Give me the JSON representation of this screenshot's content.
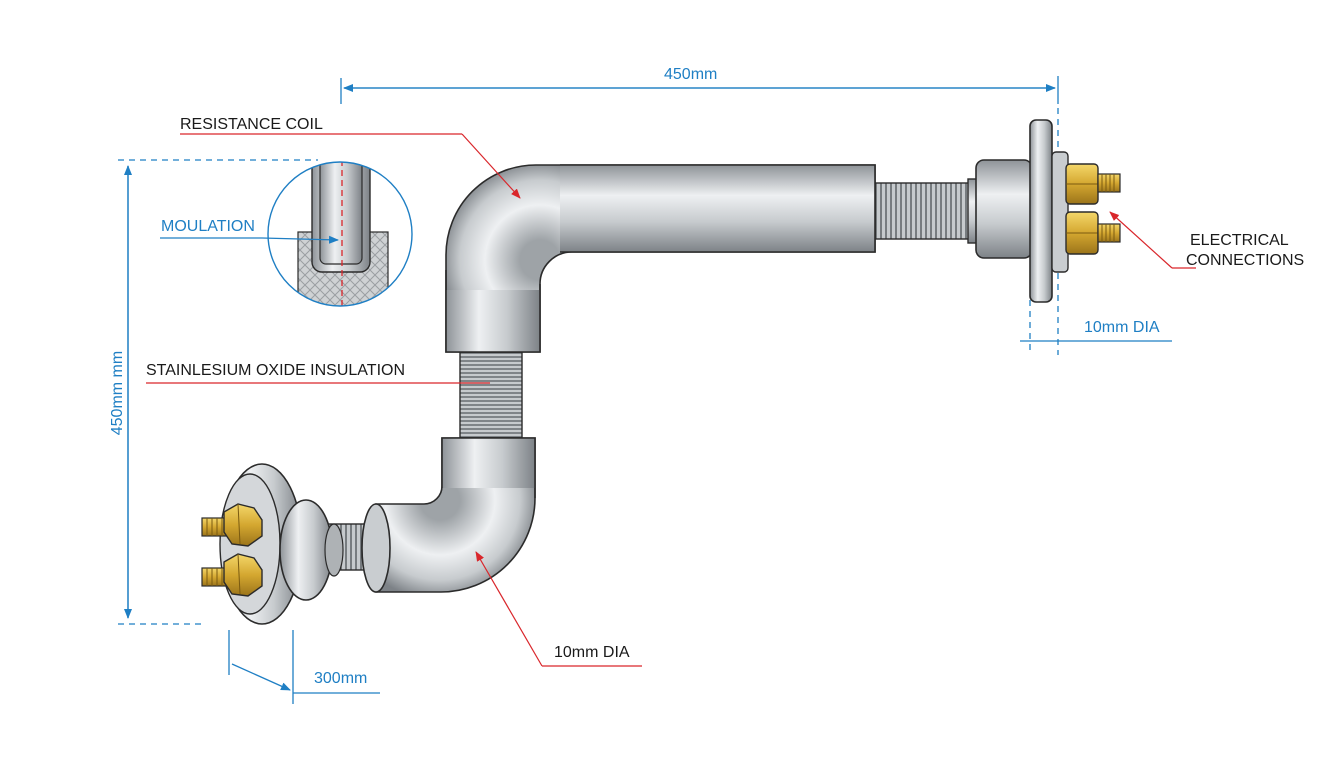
{
  "labels": {
    "dim_top": "450mm",
    "resistance_coil": "RESISTANCE COIL",
    "insulation_inset": "MOULATION",
    "stainless": "STAINLESIUM OXIDE INSULATION",
    "dim_vertical": "450mm mm",
    "electrical_line1": "ELECTRICAL",
    "electrical_line2": "CONNECTIONS",
    "dia_right": "10mm DIA",
    "dia_bottom": "10mm DIA",
    "dim_bottom": "300mm"
  },
  "colors": {
    "dimension": "#1f7fc4",
    "leader": "#d9262b",
    "steel_dark": "#8e9398",
    "steel_light": "#e9ecee",
    "brass": "#d4a730",
    "outline": "#2b2b2b"
  }
}
